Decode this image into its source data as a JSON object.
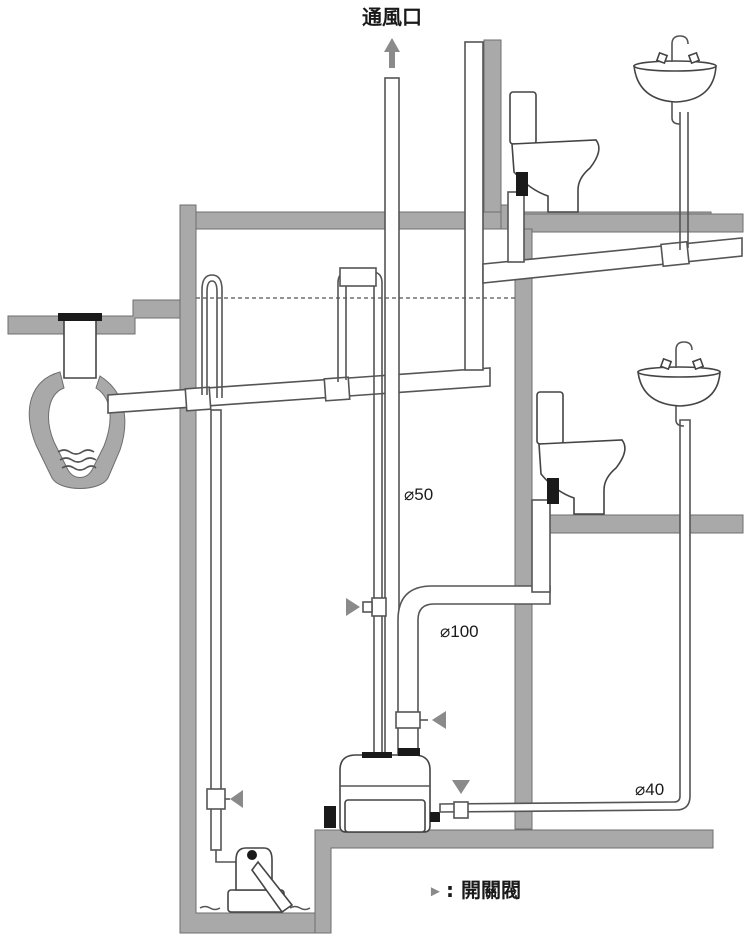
{
  "labels": {
    "vent": "通風口",
    "pipe_50": "⌀50",
    "pipe_100": "⌀100",
    "pipe_40": "⌀40",
    "legend_symbol": "►",
    "legend_text": ": 開關閥"
  },
  "colors": {
    "wall": "#a9a9a9",
    "pipe_stroke": "#555555",
    "marker": "#8a8a8a"
  },
  "icons": {
    "valve_marker": "triangle-pointer-icon",
    "vent_arrow": "arrow-up-icon"
  }
}
